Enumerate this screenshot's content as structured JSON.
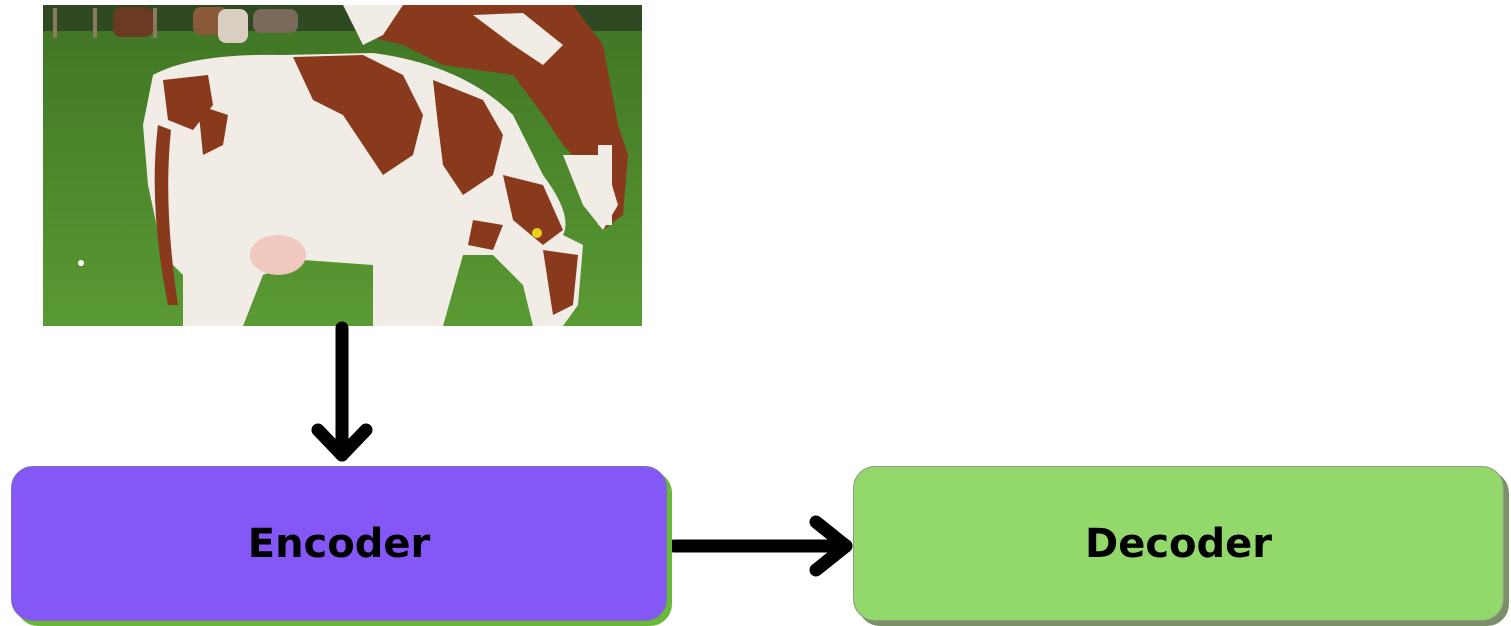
{
  "input_image": {
    "subject": "cows-grazing-photo",
    "colors": {
      "grass": "#4f8a2c",
      "grass_dark": "#3c6e22",
      "cow_white": "#f1ece6",
      "cow_brown": "#8a3a1c",
      "background_trees": "#2f4a22"
    }
  },
  "encoder": {
    "label": "Encoder",
    "fill": "#8457f6",
    "shadow": "#67b83b"
  },
  "decoder": {
    "label": "Decoder",
    "fill": "#93d86b",
    "shadow": "#7a8f6a"
  },
  "arrows": {
    "color": "#000000"
  }
}
